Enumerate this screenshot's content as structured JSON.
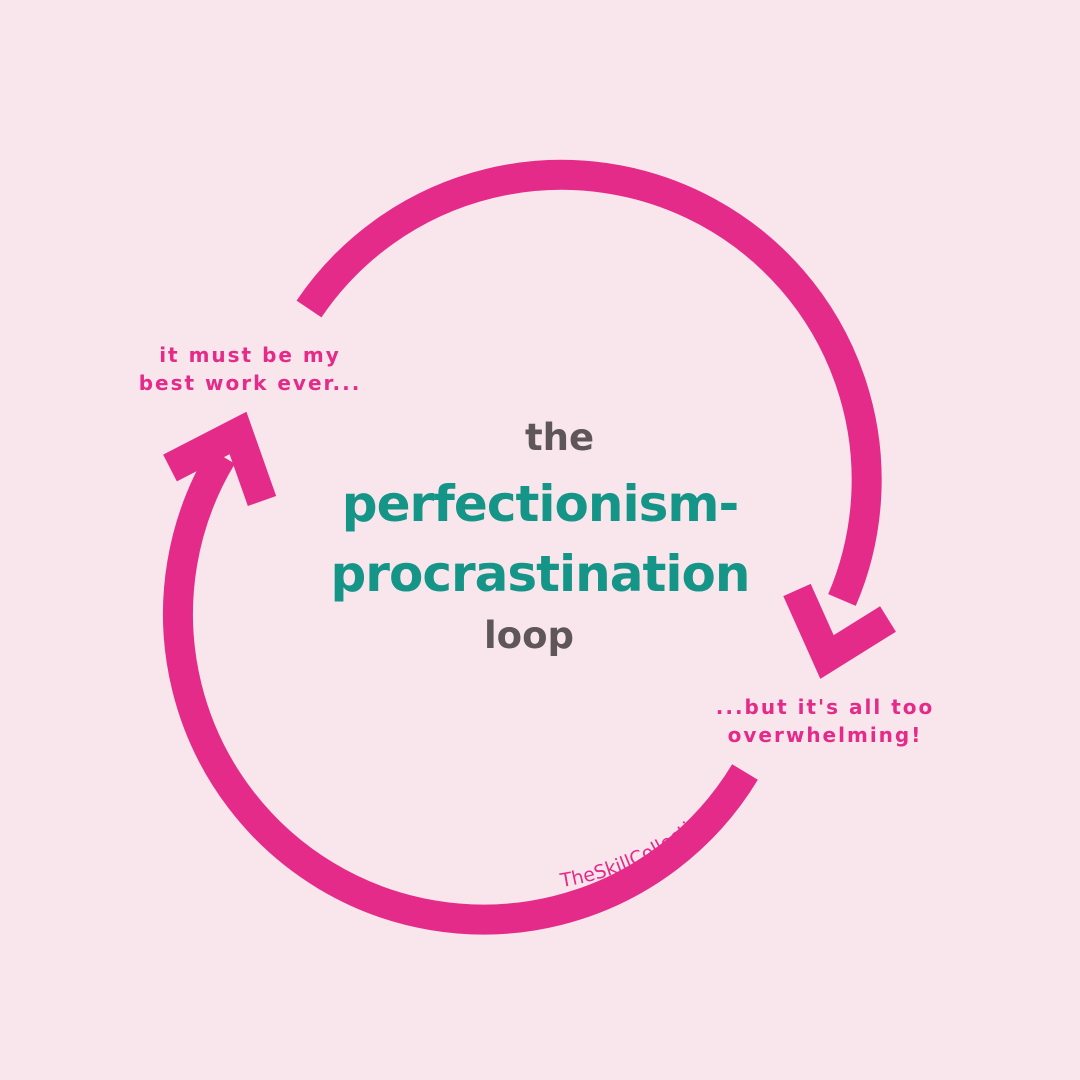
{
  "diagram": {
    "title_top": "the",
    "title_main_1": "perfectionism-",
    "title_main_2": "procrastination",
    "title_bottom": "loop",
    "caption_left_1": "it must be my",
    "caption_left_2": "best work ever...",
    "caption_right_1": "...but it's all too",
    "caption_right_2": "overwhelming!",
    "brand": "TheSkillCollective.com"
  },
  "colors": {
    "background": "#f9e6ec",
    "arrow": "#e52b89",
    "title_accent": "#159587",
    "title_muted": "#5f5659"
  }
}
